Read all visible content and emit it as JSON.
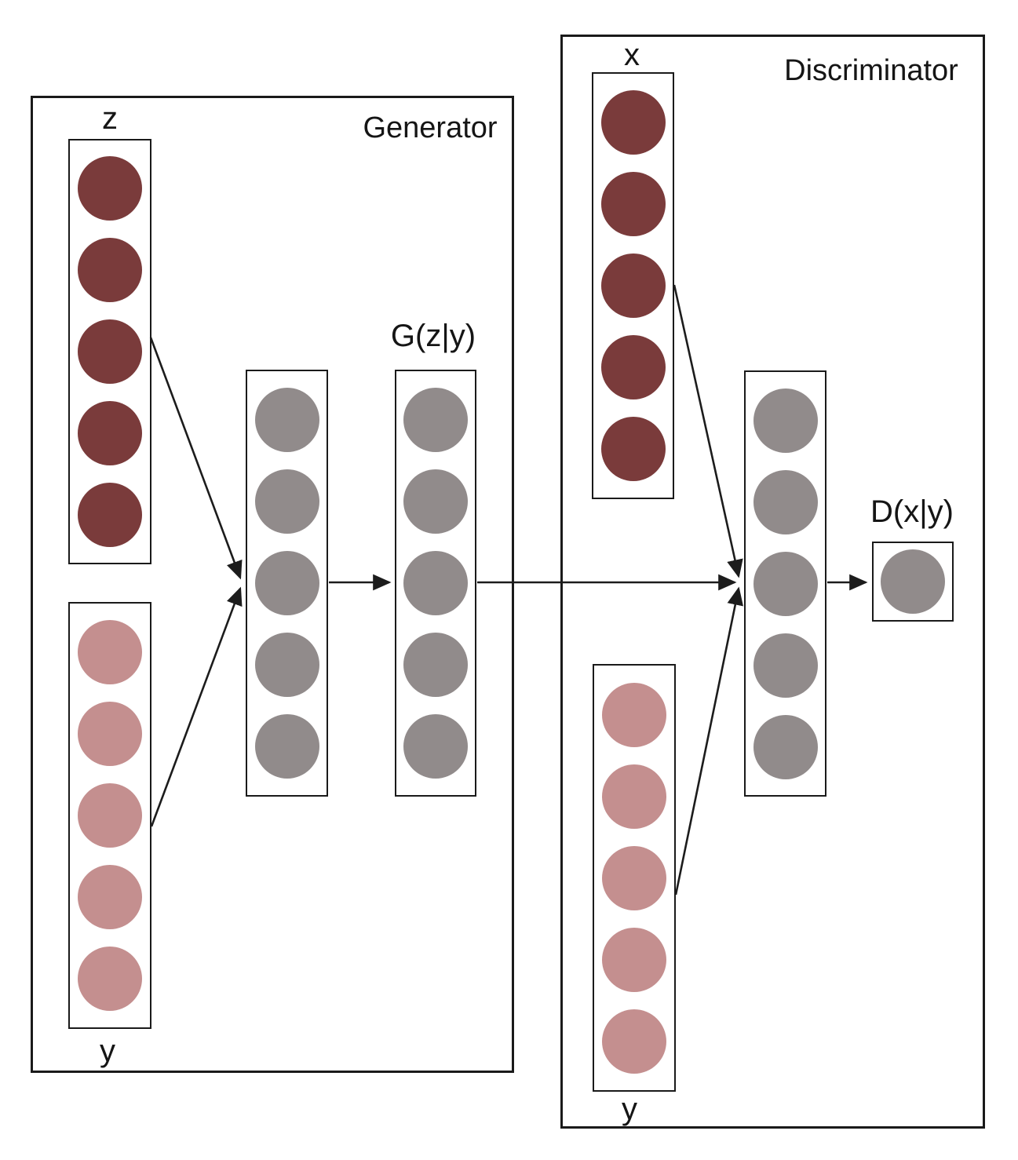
{
  "generator": {
    "title": "Generator",
    "z_layer": {
      "label": "z",
      "count": 5,
      "color": "#7a3b3b"
    },
    "y_layer": {
      "label": "y",
      "count": 5,
      "color": "#c48f8f"
    },
    "hidden_layer": {
      "count": 5,
      "color": "#918b8b"
    },
    "output_layer": {
      "label": "G(z|y)",
      "count": 5,
      "color": "#918b8b"
    }
  },
  "discriminator": {
    "title": "Discriminator",
    "x_layer": {
      "label": "x",
      "count": 5,
      "color": "#7a3b3b"
    },
    "y_layer": {
      "label": "y",
      "count": 5,
      "color": "#c48f8f"
    },
    "hidden_layer": {
      "count": 5,
      "color": "#918b8b"
    },
    "output_layer": {
      "label": "D(x|y)",
      "count": 1,
      "color": "#918b8b"
    }
  },
  "style": {
    "input_node_color": "#7a3b3b",
    "condition_node_color": "#c48f8f",
    "hidden_node_color": "#918b8b",
    "line_color": "#1c1c1c",
    "background": "#ffffff"
  }
}
